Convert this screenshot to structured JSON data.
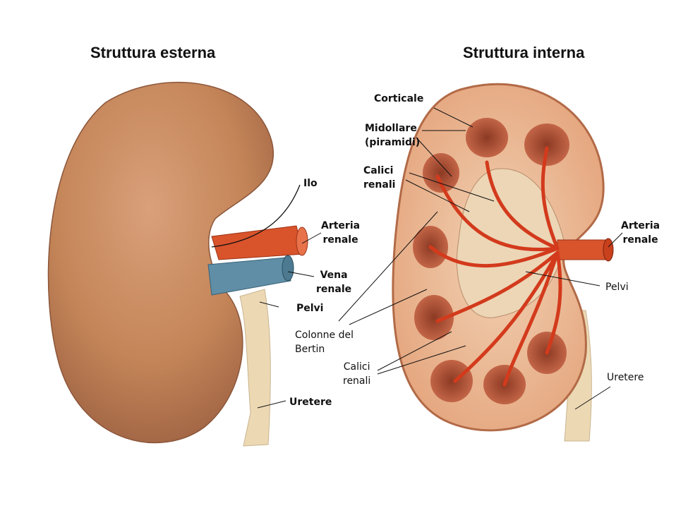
{
  "titles": {
    "left": "Struttura esterna",
    "right": "Struttura interna"
  },
  "left_labels": {
    "ilo": "Ilo",
    "arteria": "Arteria\nrenale",
    "vena": "Vena\nrenale",
    "pelvi": "Pelvi",
    "uretere": "Uretere"
  },
  "right_labels": {
    "corticale": "Corticale",
    "midollare": "Midollare\n(piramidi)",
    "calici_top": "Calici\nrenali",
    "colonne": "Colonne del\nBertin",
    "calici_bottom": "Calici\nrenali",
    "arteria": "Arteria\nrenale",
    "pelvi": "Pelvi",
    "uretere": "Uretere"
  },
  "colors": {
    "kidney_outer": "#c98a5e",
    "kidney_shade": "#a8694a",
    "artery": "#d9532b",
    "vein": "#5f8ea6",
    "ureter": "#ecd9b4",
    "cortex": "#e9b88f",
    "pyramid": "#a8492e",
    "vessels": "#d33a1c"
  }
}
